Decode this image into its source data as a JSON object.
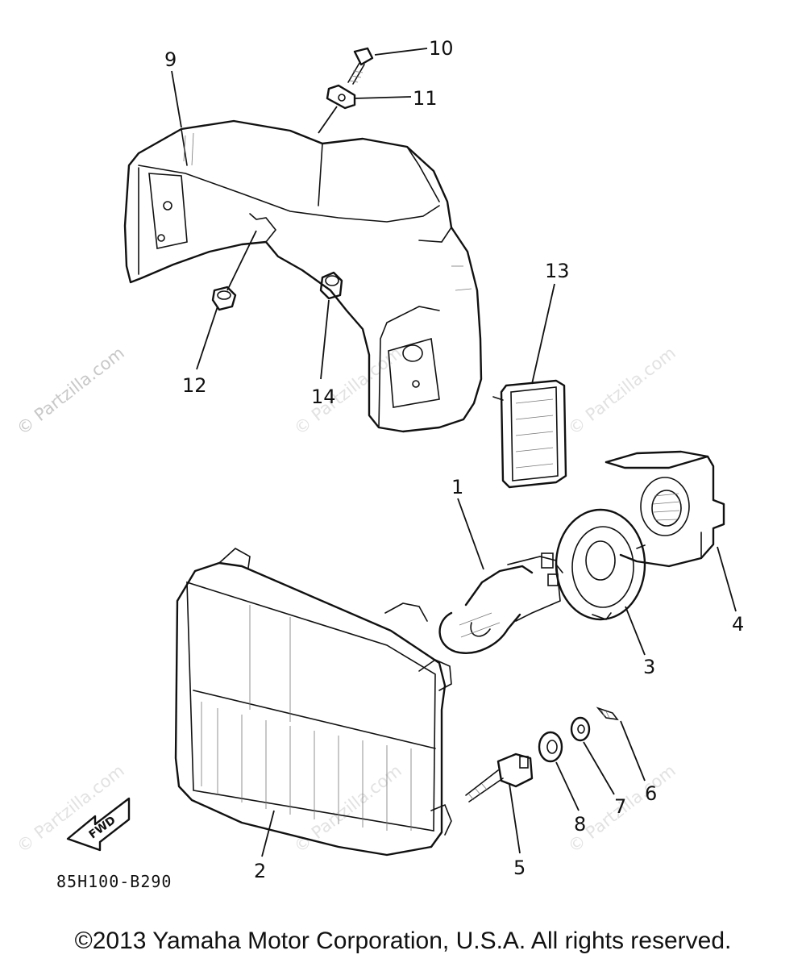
{
  "diagram_code": "85H100-B290",
  "copyright": "©2013 Yamaha Motor Corporation, U.S.A. All rights reserved.",
  "watermark": "© Partzilla.com",
  "fwd_label": "FWD",
  "callouts": {
    "c1": "1",
    "c2": "2",
    "c3": "3",
    "c4": "4",
    "c5": "5",
    "c6": "6",
    "c7": "7",
    "c8": "8",
    "c9": "9",
    "c10": "10",
    "c11": "11",
    "c12": "12",
    "c13": "13",
    "c14": "14"
  }
}
